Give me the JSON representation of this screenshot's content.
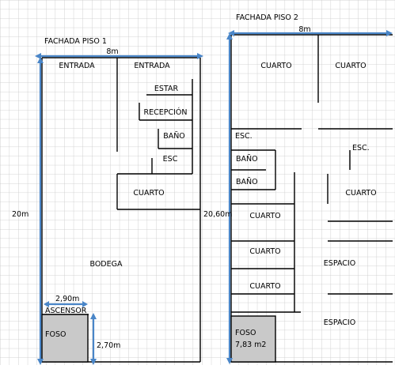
{
  "floor1": {
    "title": "FACHADA PISO 1",
    "width_label": "8m",
    "height_label": "20m",
    "rooms": {
      "entrada_left": "ENTRADA",
      "entrada_right": "ENTRADA",
      "estar": "ESTAR",
      "recepcion": "RECEPCIÓN",
      "bano": "BAÑO",
      "esc": "ESC",
      "cuarto": "CUARTO",
      "bodega": "BODEGA",
      "ascensor": "ASCENSOR",
      "foso": "FOSO"
    },
    "ascensor_width_label": "2,90m",
    "ascensor_height_label": "2,70m"
  },
  "floor2": {
    "title": "FACHADA PISO 2",
    "width_label": "8m",
    "height_label": "20,60m",
    "rooms": {
      "cuarto_top_left": "CUARTO",
      "cuarto_top_right": "CUARTO",
      "esc_left": "ESC.",
      "esc_right": "ESC.",
      "bano_1": "BAÑO",
      "bano_2": "BAÑO",
      "cuarto_right_mid": "CUARTO",
      "cuarto_mid": "CUARTO",
      "cuarto_lower_1": "CUARTO",
      "cuarto_lower_2": "CUARTO",
      "espacio_1": "ESPACIO",
      "espacio_2": "ESPACIO",
      "foso": "FOSO",
      "foso_area": "7,83 m2"
    }
  },
  "colors": {
    "grid": "#c8c8c8",
    "walls": "#000000",
    "dimension": "#4a86c8",
    "foso_fill": "#c9c9c9"
  }
}
